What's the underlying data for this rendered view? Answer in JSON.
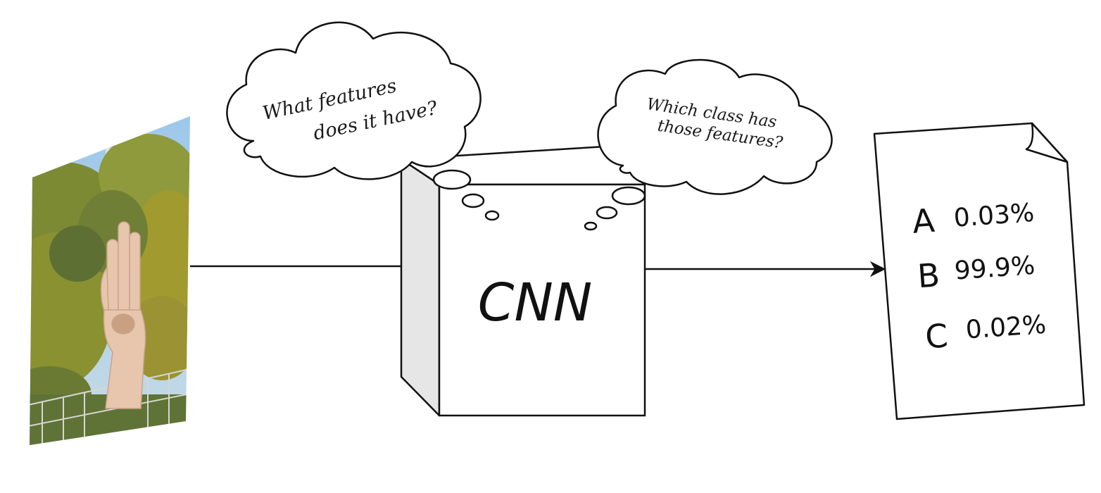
{
  "cloud_left": {
    "line1": "What features",
    "line2": "does it have?"
  },
  "cloud_right": {
    "line1": "Which class has",
    "line2": "those features?"
  },
  "cnn": {
    "label": "CNN"
  },
  "results": [
    {
      "class": "A",
      "value": "0.03%"
    },
    {
      "class": "B",
      "value": "99.9%"
    },
    {
      "class": "C",
      "value": "0.02%"
    }
  ],
  "colors": {
    "stroke": "#111111",
    "cube_side": "#e6e6e6",
    "sky": "#8fbce0",
    "foliage": "#8a8f2c",
    "skin": "#e9c9b2"
  }
}
